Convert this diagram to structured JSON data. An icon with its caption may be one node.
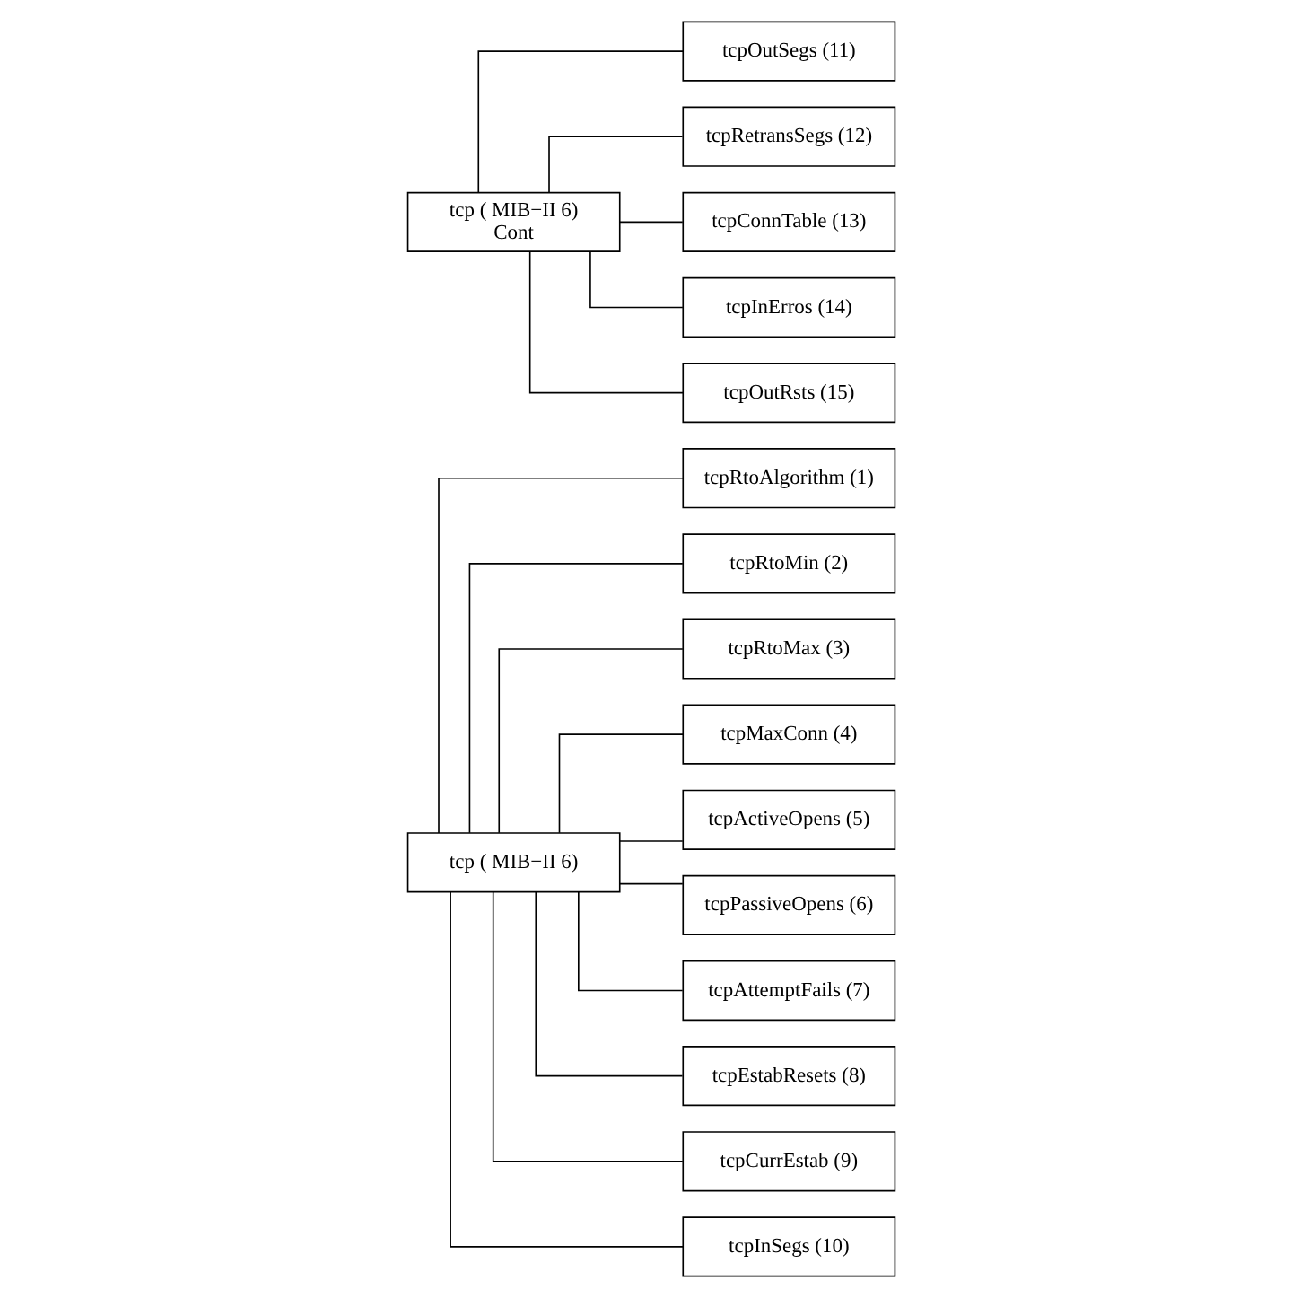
{
  "diagram": {
    "nodes": [
      {
        "text": [
          "tcp ( MIB−II 6)"
        ]
      },
      {
        "text": [
          "tcpRtoAlgorithm (1)"
        ]
      },
      {
        "text": [
          "tcpRtoMin (2)"
        ]
      },
      {
        "text": [
          "tcpRtoMax (3)"
        ]
      },
      {
        "text": [
          "tcpMaxConn (4)"
        ]
      },
      {
        "text": [
          "tcpActiveOpens (5)"
        ]
      },
      {
        "text": [
          "tcpPassiveOpens (6)"
        ]
      },
      {
        "text": [
          "tcpAttemptFails (7)"
        ]
      },
      {
        "text": [
          "tcpEstabResets (8)"
        ]
      },
      {
        "text": [
          "tcpCurrEstab (9)"
        ]
      },
      {
        "text": [
          "tcpInSegs (10)"
        ]
      },
      {
        "text": [
          "tcp ( MIB−II 6)",
          "Cont"
        ]
      },
      {
        "text": [
          "tcpOutSegs (11)"
        ]
      },
      {
        "text": [
          "tcpRetransSegs (12)"
        ]
      },
      {
        "text": [
          "tcpConnTable (13)"
        ]
      },
      {
        "text": [
          "tcpInErros (14)"
        ]
      },
      {
        "text": [
          "tcpOutRsts (15)"
        ]
      }
    ],
    "edges": [
      {
        "from": 0,
        "to": 1,
        "arrow": "none"
      },
      {
        "from": 0,
        "to": 2,
        "arrow": "none"
      },
      {
        "from": 0,
        "to": 3,
        "arrow": "none"
      },
      {
        "from": 0,
        "to": 4,
        "arrow": "none"
      },
      {
        "from": 0,
        "to": 5,
        "arrow": "none"
      },
      {
        "from": 0,
        "to": 6,
        "arrow": "none"
      },
      {
        "from": 0,
        "to": 7,
        "arrow": "none"
      },
      {
        "from": 0,
        "to": 8,
        "arrow": "none"
      },
      {
        "from": 0,
        "to": 9,
        "arrow": "none"
      },
      {
        "from": 0,
        "to": 10,
        "arrow": "none"
      },
      {
        "from": 11,
        "to": 12,
        "arrow": "none"
      },
      {
        "from": 11,
        "to": 13,
        "arrow": "none"
      },
      {
        "from": 11,
        "to": 14,
        "arrow": "none"
      },
      {
        "from": 11,
        "to": 15,
        "arrow": "none"
      },
      {
        "from": 11,
        "to": 16,
        "arrow": "none"
      }
    ]
  }
}
